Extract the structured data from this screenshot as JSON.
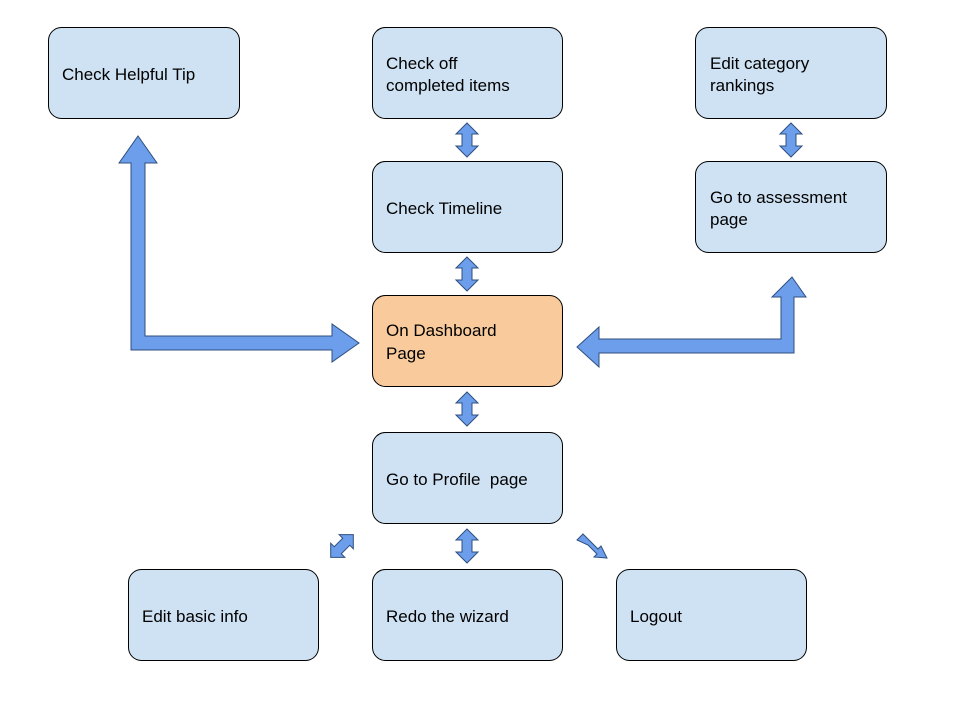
{
  "colors": {
    "box_fill": "#cfe2f3",
    "highlight_fill": "#f9cb9c",
    "box_stroke": "#000000",
    "arrow_fill": "#6d9eeb",
    "arrow_stroke": "#2e4f7f"
  },
  "nodes": {
    "helpful_tip": {
      "lines": [
        "Check Helpful Tip"
      ]
    },
    "check_off": {
      "lines": [
        "Check",
        "off",
        "completed items"
      ]
    },
    "edit_rankings": {
      "lines": [
        "Edit category",
        "rankings"
      ]
    },
    "timeline": {
      "lines": [
        "Check Timeline"
      ]
    },
    "assessment": {
      "lines": [
        "Go to assessment",
        "page"
      ]
    },
    "dashboard": {
      "lines": [
        "On Dashboard",
        "Page"
      ]
    },
    "profile": {
      "lines": [
        "Go to Profile  page"
      ]
    },
    "basic_info": {
      "lines": [
        "Edit basic info"
      ]
    },
    "wizard": {
      "lines": [
        "Redo the wizard"
      ]
    },
    "logout": {
      "lines": [
        "Logout"
      ]
    }
  }
}
